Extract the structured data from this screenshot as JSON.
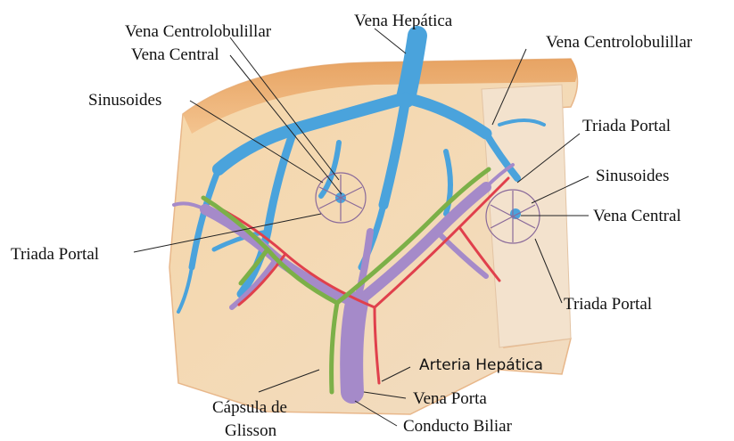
{
  "labels": {
    "vena_hepatica": "Vena Hepática",
    "vena_centrolobulillar_left": "Vena Centrolobulillar",
    "vena_central_left": "Vena Central",
    "vena_centrolobulillar_right": "Vena Centrolobulillar",
    "sinusoides_left": "Sinusoides",
    "triada_portal_right_top": "Triada Portal",
    "sinusoides_right": "Sinusoides",
    "vena_central_right": "Vena Central",
    "triada_portal_left": "Triada Portal",
    "triada_portal_right_bottom": "Triada Portal",
    "arteria_hepatica": "Arteria Hepática",
    "vena_porta": "Vena Porta",
    "conducto_biliar": "Conducto Biliar",
    "capsula_line1": "Cápsula de",
    "capsula_line2": "Glisson"
  },
  "colors": {
    "hepatic_vein": "#4aa3dc",
    "portal_vein": "#a58ac9",
    "hepatic_artery": "#e0404c",
    "bile_duct": "#7cb048",
    "capsule": "#f2cf9e"
  }
}
